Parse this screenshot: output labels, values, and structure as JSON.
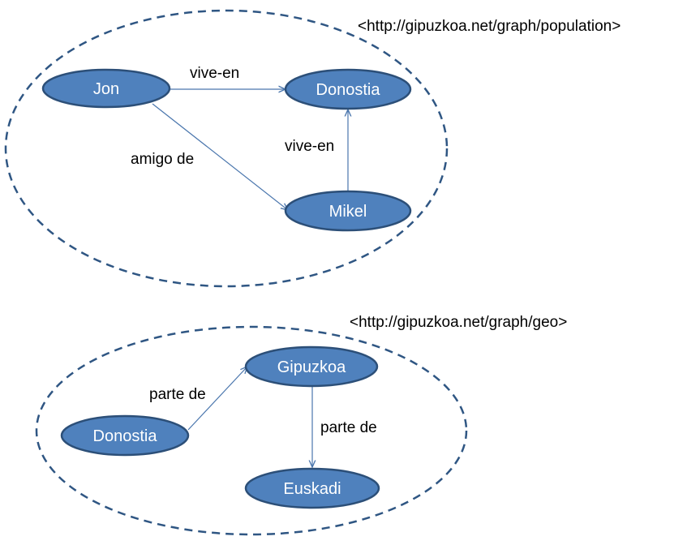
{
  "graphs": [
    {
      "uri": "<http://gipuzkoa.net/graph/population>",
      "nodes": [
        "Jon",
        "Donostia",
        "Mikel"
      ],
      "edges": [
        {
          "from": "Jon",
          "to": "Donostia",
          "label": "vive-en"
        },
        {
          "from": "Jon",
          "to": "Mikel",
          "label": "amigo de"
        },
        {
          "from": "Mikel",
          "to": "Donostia",
          "label": "vive-en"
        }
      ]
    },
    {
      "uri": "<http://gipuzkoa.net/graph/geo>",
      "nodes": [
        "Gipuzkoa",
        "Donostia",
        "Euskadi"
      ],
      "edges": [
        {
          "from": "Donostia",
          "to": "Gipuzkoa",
          "label": "parte de"
        },
        {
          "from": "Gipuzkoa",
          "to": "Euskadi",
          "label": "parte de"
        }
      ]
    }
  ],
  "colors": {
    "node_fill": "#4f81bd",
    "node_stroke": "#2c4f78",
    "boundary": "#2f5683",
    "edge": "#4a76ad"
  }
}
